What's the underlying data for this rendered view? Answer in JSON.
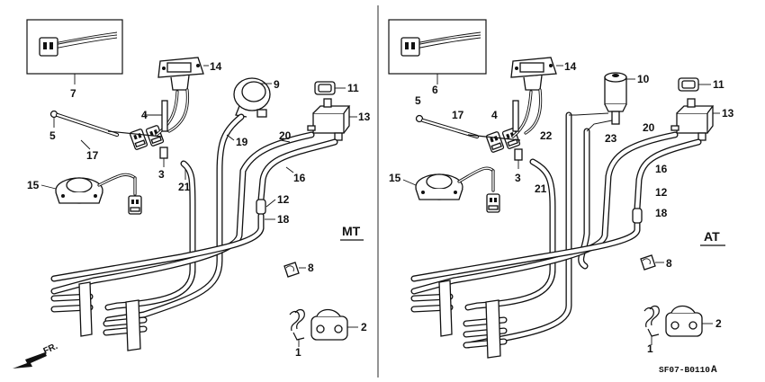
{
  "left_panel": {
    "label": "MT",
    "callouts": [
      "7",
      "14",
      "4",
      "9",
      "11",
      "5",
      "17",
      "13",
      "20",
      "19",
      "3",
      "21",
      "16",
      "15",
      "12",
      "18",
      "8",
      "2",
      "1"
    ]
  },
  "right_panel": {
    "label": "AT",
    "callouts": [
      "6",
      "14",
      "10",
      "11",
      "5",
      "4",
      "17",
      "13",
      "22",
      "23",
      "20",
      "3",
      "21",
      "16",
      "15",
      "12",
      "18",
      "8",
      "2",
      "1"
    ]
  },
  "direction_label": "FR.",
  "diagram_code": "SF07-B0110",
  "diagram_code_suffix": "A"
}
